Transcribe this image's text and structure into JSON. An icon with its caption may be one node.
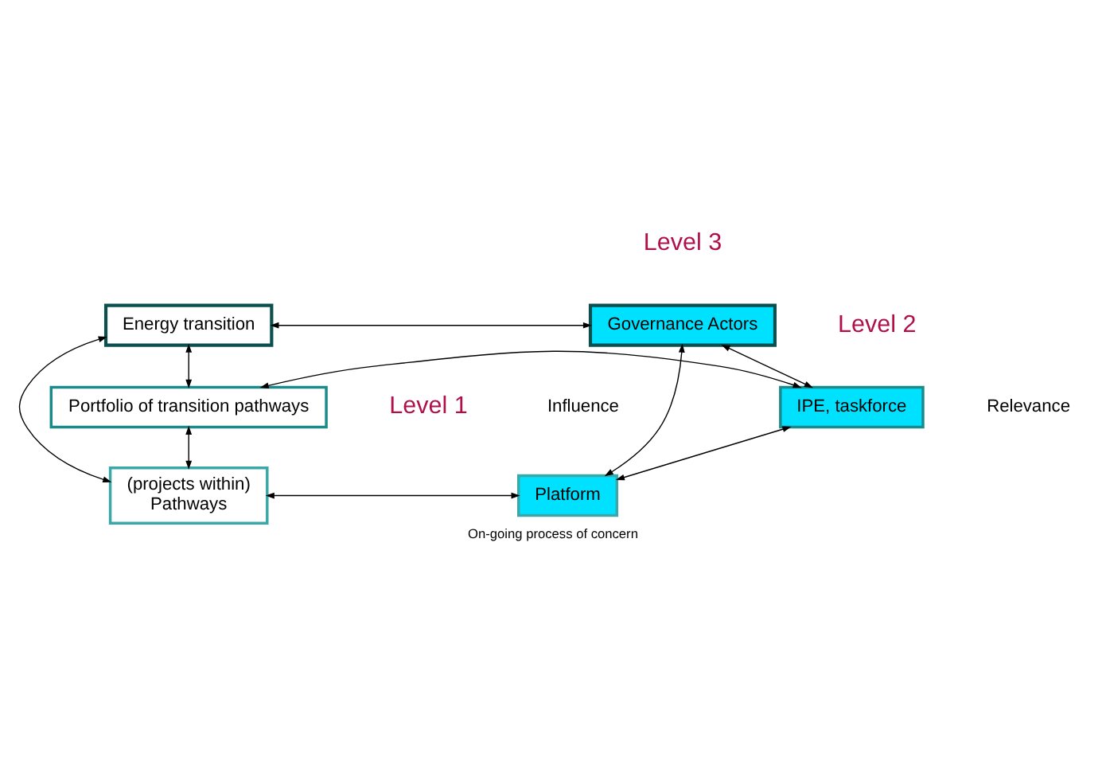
{
  "diagram": {
    "caption": "On-going process of concern",
    "nodes": [
      {
        "text": [
          "Energy transition"
        ]
      },
      {
        "text": [
          "Governance Actors"
        ]
      },
      {
        "text": [
          "Portfolio of transition pathways"
        ]
      },
      {
        "text": [
          "IPE, taskforce"
        ]
      },
      {
        "text": [
          "(projects within)",
          "Pathways"
        ]
      },
      {
        "text": [
          "Platform"
        ]
      }
    ],
    "edges": [
      {
        "from": 0,
        "to": 1,
        "arrow": "both"
      },
      {
        "from": 0,
        "to": 2,
        "arrow": "both"
      },
      {
        "from": 1,
        "to": 3,
        "arrow": "both"
      },
      {
        "from": 2,
        "to": 3,
        "arrow": "both"
      },
      {
        "from": 2,
        "to": 4,
        "arrow": "both"
      },
      {
        "from": 3,
        "to": 5,
        "arrow": "both"
      },
      {
        "from": 4,
        "to": 5,
        "arrow": "both"
      },
      {
        "from": 1,
        "to": 5,
        "arrow": "both"
      },
      {
        "from": 4,
        "to": 0,
        "arrow": "both"
      }
    ],
    "labels": [
      "Level 3",
      "Level 2",
      "Level 1",
      "Influence",
      "Relevance"
    ]
  }
}
